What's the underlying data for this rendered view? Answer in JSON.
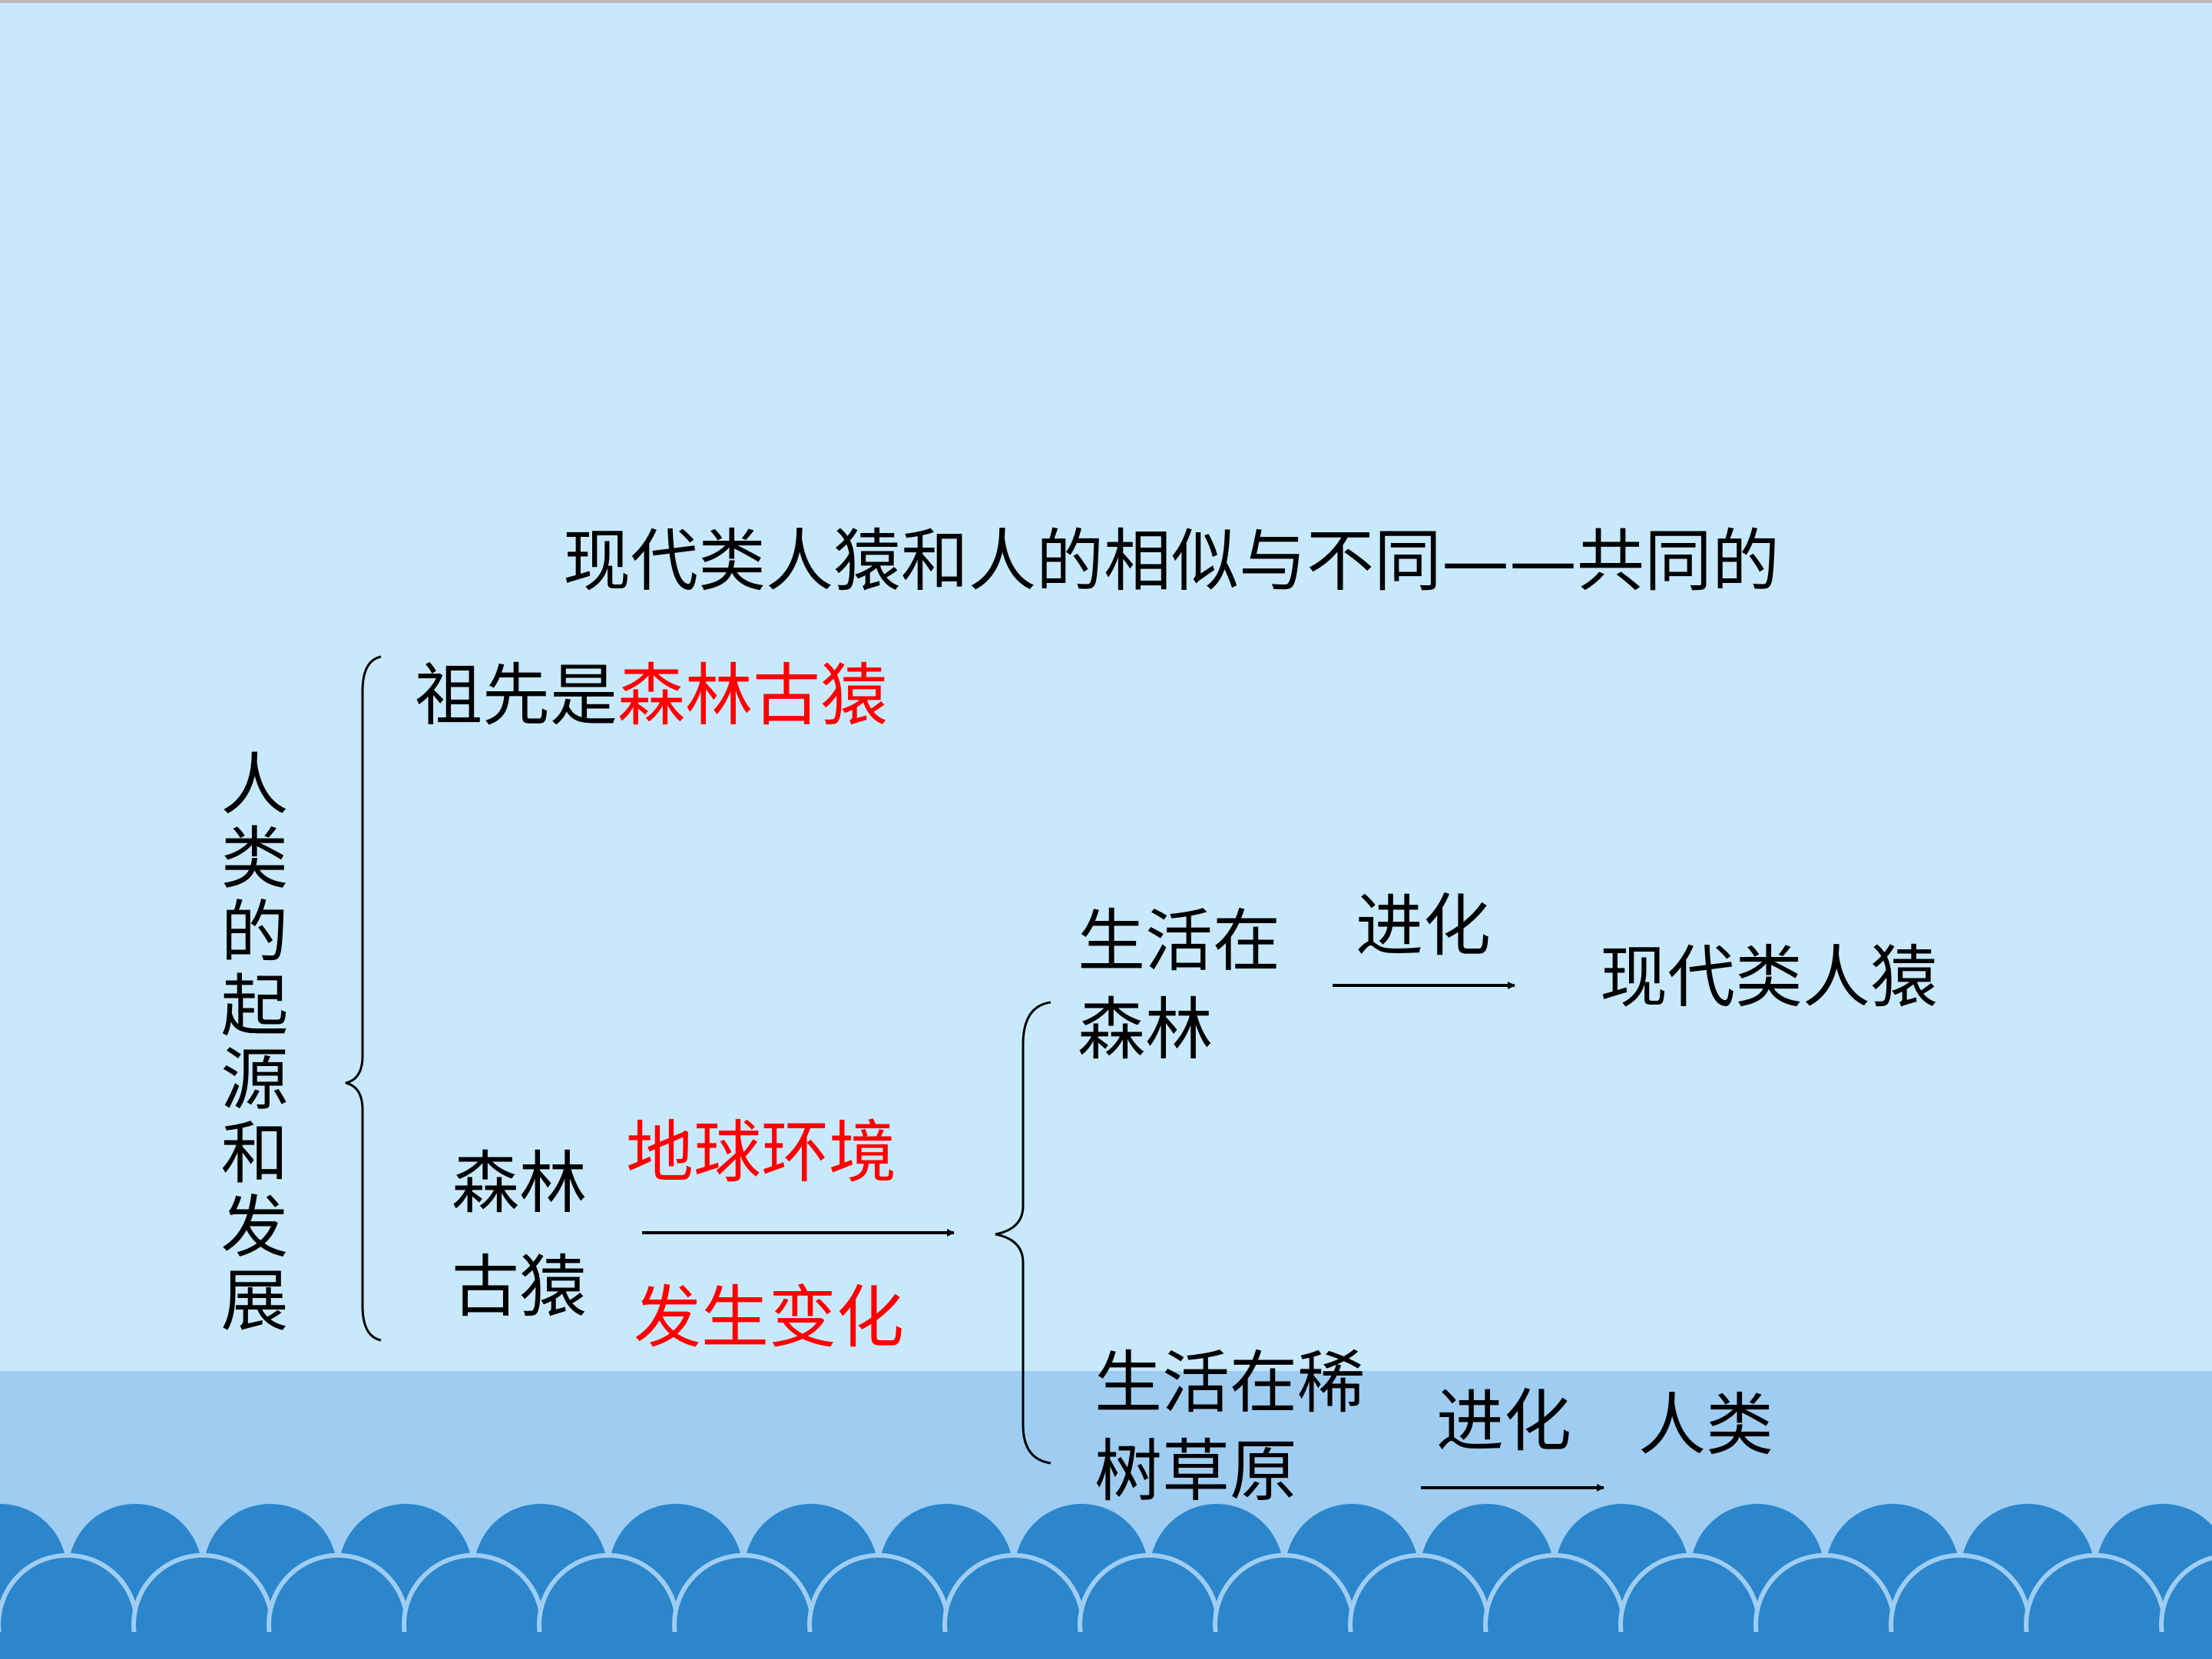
{
  "colors": {
    "sky": "#c8e9fb",
    "band": "#9fcdf2",
    "waves": "#2b86cc",
    "highlight": "#ff0000",
    "text": "#000000"
  },
  "title": "现代类人猿和人的相似与不同——共同的",
  "vertical_label": "人类的起源和发展",
  "ancestor": {
    "prefix": "祖先是",
    "highlight": "森林古猿"
  },
  "left_node": {
    "line1": "森林",
    "line2": "古猿"
  },
  "change": {
    "above": "地球环境",
    "below": "发生变化"
  },
  "branch_top": {
    "line1": "生活在",
    "line2": "森林",
    "arrow_label": "进化",
    "result": "现代类人猿"
  },
  "branch_bottom": {
    "line1": "生活在稀",
    "line2": "树草原",
    "arrow_label": "进化",
    "result": "人类"
  }
}
